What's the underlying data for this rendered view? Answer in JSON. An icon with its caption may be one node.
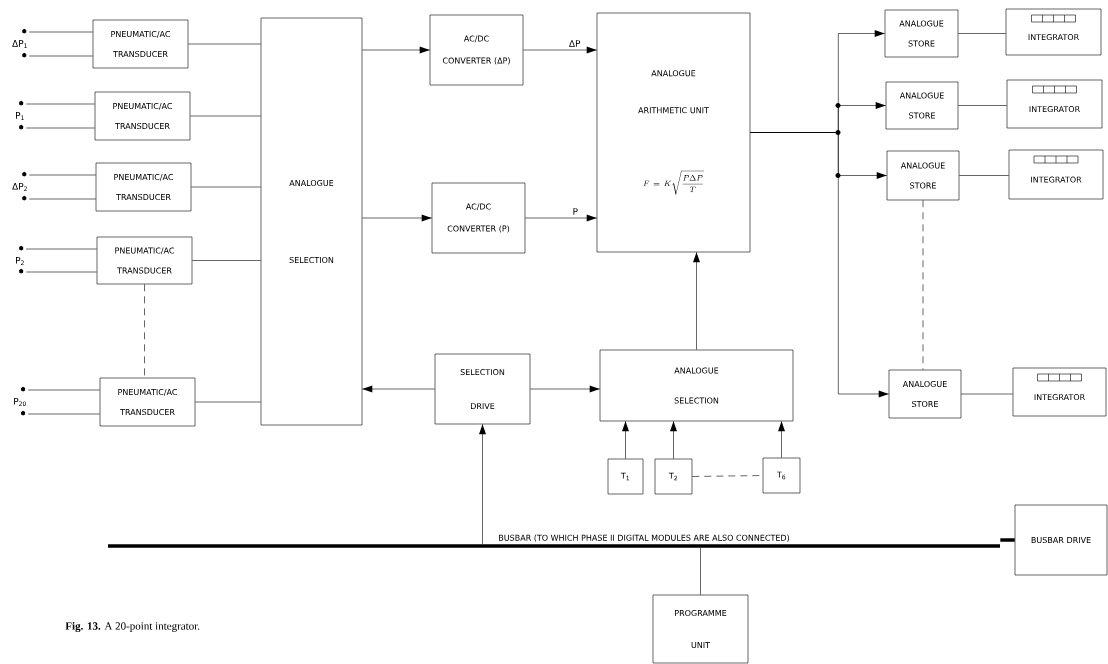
{
  "diagram": {
    "caption": "**Fig. 13.** A 20-point integrator.",
    "nodes": [
      {
        "text": [
          "PNEUMATIC/AC TRANSDUCER"
        ]
      },
      {
        "text": [
          "PNEUMATIC/AC TRANSDUCER"
        ]
      },
      {
        "text": [
          "PNEUMATIC/AC TRANSDUCER"
        ]
      },
      {
        "text": [
          "PNEUMATIC/AC TRANSDUCER"
        ]
      },
      {
        "text": [
          "PNEUMATIC/AC TRANSDUCER"
        ]
      },
      {
        "text": [
          "ANALOGUE SELECTION"
        ]
      },
      {
        "text": [
          "AC/DC CONVERTER (ΔP)"
        ]
      },
      {
        "text": [
          "AC/DC CONVERTER (P)"
        ]
      },
      {
        "text": [
          "ANALOGUE ARITHMETIC UNIT",
          "F = K\\sqrt{\\frac{P\\Delta P}{T}}"
        ]
      },
      {
        "text": [
          "ANALOGUE STORE"
        ]
      },
      {
        "text": [
          "INTEGRATOR"
        ]
      },
      {
        "text": [
          "ANALOGUE STORE"
        ]
      },
      {
        "text": [
          "INTEGRATOR"
        ]
      },
      {
        "text": [
          "ANALOGUE STORE"
        ]
      },
      {
        "text": [
          "INTEGRATOR"
        ]
      },
      {
        "text": [
          "ANALOGUE STORE"
        ]
      },
      {
        "text": [
          "INTEGRATOR"
        ]
      },
      {
        "text": [
          "SELECTION DRIVE"
        ]
      },
      {
        "text": [
          "ANALOGUE SELECTION"
        ]
      },
      {
        "text": [
          "T$_{1}$"
        ]
      },
      {
        "text": [
          "T$_{2}$"
        ]
      },
      {
        "text": [
          "T$_{6}$"
        ]
      },
      {
        "text": [
          "BUSBAR (TO WHICH PHASE II DIGITAL MODULES ARE ALSO CONNECTED)"
        ]
      },
      {
        "text": [
          "BUSBAR DRIVE"
        ]
      },
      {
        "text": [
          "PROGRAMME UNIT"
        ]
      },
      {
        "text": [
          "ΔP$_{1}$"
        ]
      },
      {
        "text": [
          "P$_{1}$"
        ]
      },
      {
        "text": [
          "ΔP$_{2}$"
        ]
      },
      {
        "text": [
          "P$_{2}$"
        ]
      },
      {
        "text": [
          "P$_{20}$"
        ]
      }
    ],
    "edges": [
      {
        "from": 0,
        "to": 25,
        "arrow": "other"
      },
      {
        "from": 0,
        "to": 25,
        "arrow": "other"
      },
      {
        "from": 1,
        "to": 26,
        "arrow": "other"
      },
      {
        "from": 1,
        "to": 26,
        "arrow": "other"
      },
      {
        "from": 2,
        "to": 27,
        "arrow": "other"
      },
      {
        "from": 2,
        "to": 27,
        "arrow": "other"
      },
      {
        "from": 3,
        "to": 28,
        "arrow": "other"
      },
      {
        "from": 3,
        "to": 28,
        "arrow": "other"
      },
      {
        "from": 4,
        "to": 29,
        "arrow": "other"
      },
      {
        "from": 4,
        "to": 29,
        "arrow": "other"
      },
      {
        "from": 0,
        "to": 5,
        "arrow": "none"
      },
      {
        "from": 1,
        "to": 5,
        "arrow": "none"
      },
      {
        "from": 2,
        "to": 5,
        "arrow": "none"
      },
      {
        "from": 3,
        "to": 5,
        "arrow": "none"
      },
      {
        "from": 4,
        "to": 5,
        "arrow": "none"
      },
      {
        "from": 3,
        "to": 4,
        "arrow": "none",
        "style": "dashed"
      },
      {
        "from": 5,
        "to": 6,
        "arrow": "to"
      },
      {
        "from": 5,
        "to": 7,
        "arrow": "to"
      },
      {
        "from": 6,
        "to": 8,
        "arrow": "to",
        "label": "ΔP"
      },
      {
        "from": 7,
        "to": 8,
        "arrow": "to",
        "label": "P"
      },
      {
        "from": 8,
        "to": 9,
        "arrow": "to"
      },
      {
        "from": 8,
        "to": 11,
        "arrow": "to"
      },
      {
        "from": 8,
        "to": 13,
        "arrow": "to"
      },
      {
        "from": 8,
        "to": 15,
        "arrow": "to"
      },
      {
        "from": 13,
        "to": 15,
        "arrow": "none",
        "style": "dashed"
      },
      {
        "from": 9,
        "to": 10,
        "arrow": "none"
      },
      {
        "from": 11,
        "to": 12,
        "arrow": "none"
      },
      {
        "from": 13,
        "to": 14,
        "arrow": "none"
      },
      {
        "from": 15,
        "to": 16,
        "arrow": "none"
      },
      {
        "from": 17,
        "to": 5,
        "arrow": "to"
      },
      {
        "from": 17,
        "to": 18,
        "arrow": "to"
      },
      {
        "from": 18,
        "to": 8,
        "arrow": "to"
      },
      {
        "from": 19,
        "to": 18,
        "arrow": "to"
      },
      {
        "from": 20,
        "to": 18,
        "arrow": "to"
      },
      {
        "from": 21,
        "to": 18,
        "arrow": "to"
      },
      {
        "from": 20,
        "to": 21,
        "arrow": "none",
        "style": "dashed"
      },
      {
        "from": 22,
        "to": 17,
        "arrow": "to"
      },
      {
        "from": 24,
        "to": 22,
        "arrow": "none"
      },
      {
        "from": 23,
        "to": 22,
        "arrow": "none",
        "style": "thick"
      }
    ]
  }
}
